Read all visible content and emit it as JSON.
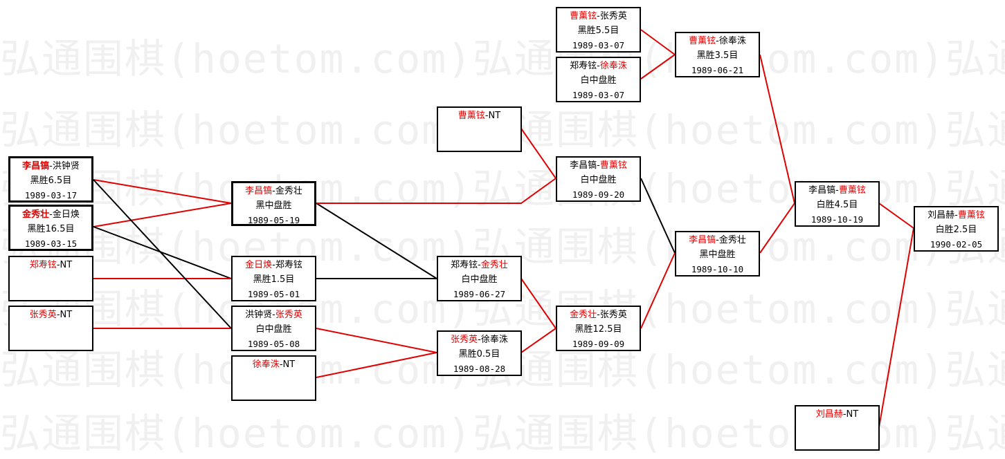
{
  "watermark": {
    "text": "弘通围棋(hoetom.com)弘通围棋(hoetom.com)弘通围棋"
  },
  "colors": {
    "winner": "#e00000",
    "winner_line": "#e00000",
    "loser_line": "#000000"
  },
  "matches": {
    "r1a": {
      "p1": "李昌镐",
      "sep": "-",
      "p2": "洪钟贤",
      "result": "黑胜6.5目",
      "date": "1989-03-17"
    },
    "r1b": {
      "p1": "金秀壮",
      "sep": "-",
      "p2": "金日焕",
      "result": "黑胜16.5目",
      "date": "1989-03-15"
    },
    "r1c": {
      "p1": "郑寿铉",
      "sep": "-",
      "p2": "NT"
    },
    "r1d": {
      "p1": "张秀英",
      "sep": "-",
      "p2": "NT"
    },
    "r2a": {
      "p1": "李昌镐",
      "sep": "-",
      "p2": "金秀壮",
      "result": "黑中盘胜",
      "date": "1989-05-19"
    },
    "r2b": {
      "p1": "金日焕",
      "sep": "-",
      "p2": "郑寿铉",
      "result": "黑胜1.5目",
      "date": "1989-05-01"
    },
    "r2c": {
      "p1": "洪钟贤",
      "sep": "-",
      "p2": "张秀英",
      "result": "白中盘胜",
      "date": "1989-05-08"
    },
    "r2d": {
      "p1": "徐奉洙",
      "sep": "-",
      "p2": "NT"
    },
    "r3a": {
      "p1": "曹薰铉",
      "sep": "-",
      "p2": "NT"
    },
    "r3b": {
      "p1": "郑寿铉",
      "sep": "-",
      "p2": "金秀壮",
      "result": "白中盘胜",
      "date": "1989-06-27"
    },
    "r3c": {
      "p1": "张秀英",
      "sep": "-",
      "p2": "徐奉洙",
      "result": "黑胜0.5目",
      "date": "1989-08-28"
    },
    "r4a": {
      "p1": "曹薰铉",
      "sep": "-",
      "p2": "张秀英",
      "result": "黑胜5.5目",
      "date": "1989-03-07"
    },
    "r4b": {
      "p1": "郑寿铉",
      "sep": "-",
      "p2": "徐奉洙",
      "result": "白中盘胜",
      "date": "1989-03-07"
    },
    "r4c": {
      "p1": "李昌镐",
      "sep": "-",
      "p2": "曹薰铉",
      "result": "白中盘胜",
      "date": "1989-09-20"
    },
    "r4d": {
      "p1": "金秀壮",
      "sep": "-",
      "p2": "张秀英",
      "result": "黑胜12.5目",
      "date": "1989-09-09"
    },
    "r5a": {
      "p1": "曹薰铉",
      "sep": "-",
      "p2": "徐奉洙",
      "result": "黑胜3.5目",
      "date": "1989-06-21"
    },
    "r5b": {
      "p1": "李昌镐",
      "sep": "-",
      "p2": "金秀壮",
      "result": "黑中盘胜",
      "date": "1989-10-10"
    },
    "r6a": {
      "p1": "李昌镐",
      "sep": "-",
      "p2": "曹薰铉",
      "result": "白胜4.5目",
      "date": "1989-10-19"
    },
    "r6b": {
      "p1": "刘昌赫",
      "sep": "-",
      "p2": "NT"
    },
    "final": {
      "p1": "刘昌赫",
      "sep": "-",
      "p2": "曹薰铉",
      "result": "白胜2.5目",
      "date": "1990-02-05"
    }
  }
}
